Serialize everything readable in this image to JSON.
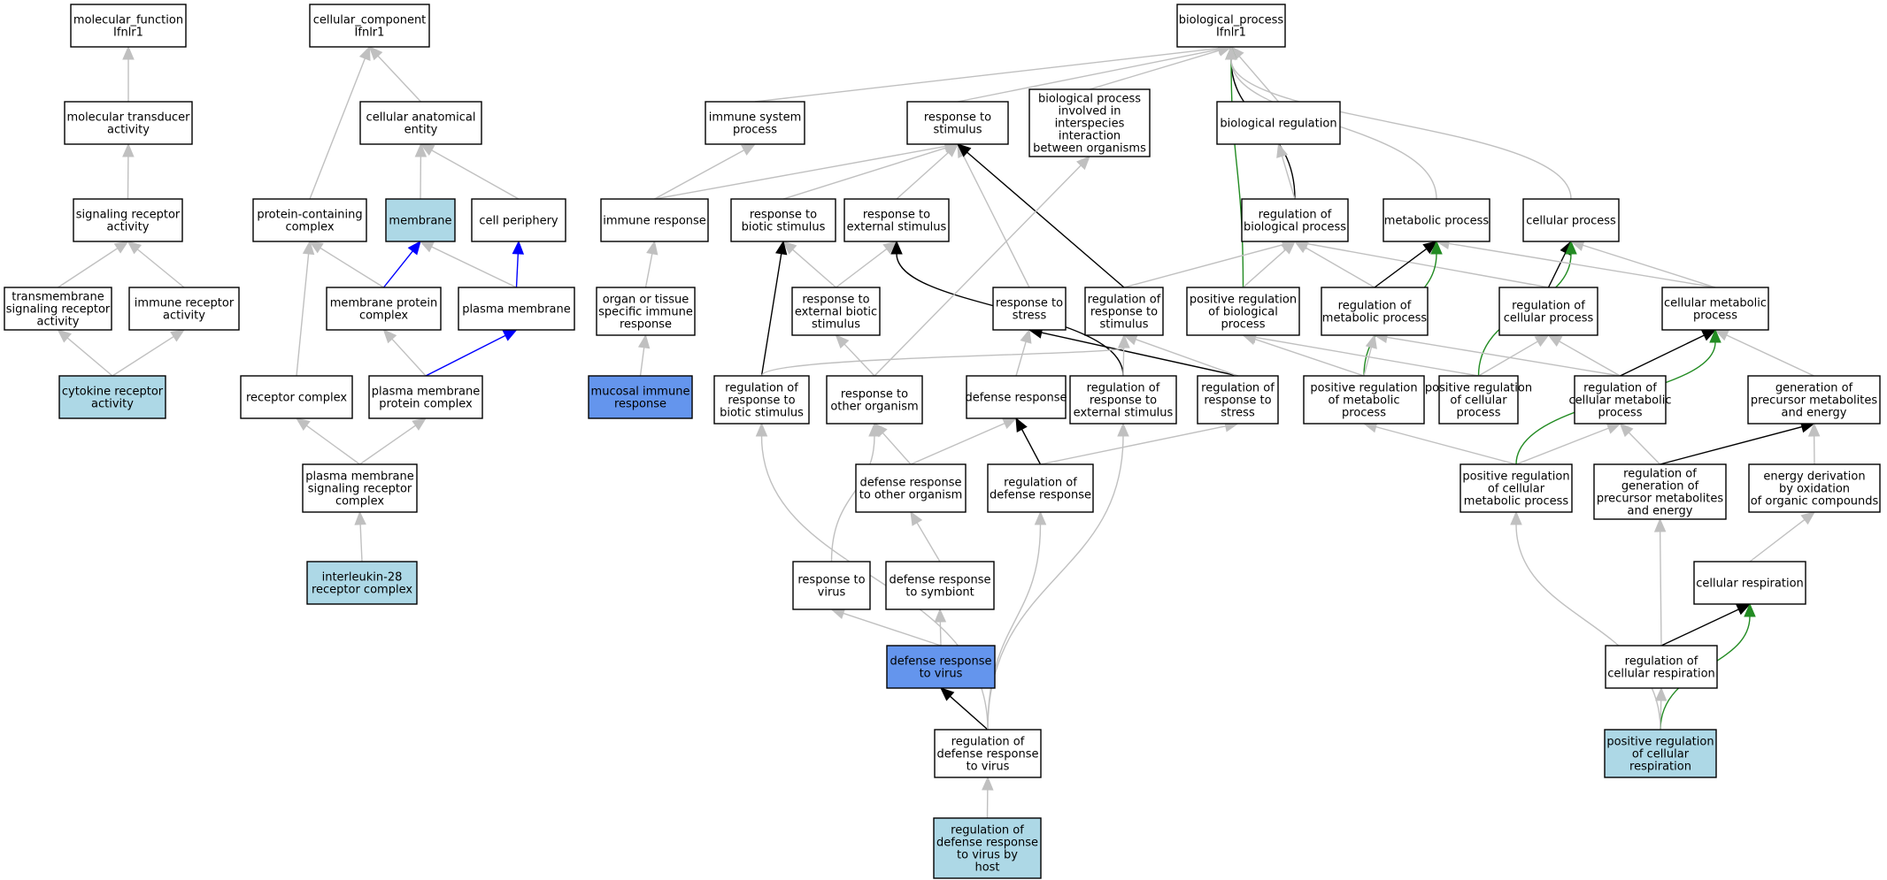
{
  "colors": {
    "default": "#ffffff",
    "highlight": "#add8e6",
    "query": "#6495ed",
    "edge_gray": "#c0c0c0",
    "edge_black": "#000000",
    "edge_blue": "#0000ff",
    "edge_green": "#228b22"
  },
  "nodes": [
    {
      "id": "mf",
      "label": "molecular_function\nIfnlr1",
      "fill": "default"
    },
    {
      "id": "mta",
      "label": "molecular transducer\nactivity",
      "fill": "default"
    },
    {
      "id": "sra",
      "label": "signaling receptor\nactivity",
      "fill": "default"
    },
    {
      "id": "tsra",
      "label": "transmembrane\nsignaling receptor\nactivity",
      "fill": "default"
    },
    {
      "id": "ira",
      "label": "immune receptor\nactivity",
      "fill": "default"
    },
    {
      "id": "cra",
      "label": "cytokine receptor\nactivity",
      "fill": "highlight"
    },
    {
      "id": "cc",
      "label": "cellular_component\nIfnlr1",
      "fill": "default"
    },
    {
      "id": "cae",
      "label": "cellular anatomical\nentity",
      "fill": "default"
    },
    {
      "id": "pcc",
      "label": "protein-containing\ncomplex",
      "fill": "default"
    },
    {
      "id": "mem",
      "label": "membrane",
      "fill": "highlight"
    },
    {
      "id": "cp",
      "label": "cell periphery",
      "fill": "default"
    },
    {
      "id": "mpc",
      "label": "membrane protein\ncomplex",
      "fill": "default"
    },
    {
      "id": "pm",
      "label": "plasma membrane",
      "fill": "default"
    },
    {
      "id": "rc",
      "label": "receptor complex",
      "fill": "default"
    },
    {
      "id": "pmpc",
      "label": "plasma membrane\nprotein complex",
      "fill": "default"
    },
    {
      "id": "pmsrc",
      "label": "plasma membrane\nsignaling receptor\ncomplex",
      "fill": "default"
    },
    {
      "id": "il28",
      "label": "interleukin-28\nreceptor complex",
      "fill": "highlight"
    },
    {
      "id": "bp",
      "label": "biological_process\nIfnlr1",
      "fill": "default"
    },
    {
      "id": "isp",
      "label": "immune system\nprocess",
      "fill": "default"
    },
    {
      "id": "rts",
      "label": "response to\nstimulus",
      "fill": "default"
    },
    {
      "id": "bpii",
      "label": "biological process\ninvolved in\ninterspecies\ninteraction\nbetween organisms",
      "fill": "default"
    },
    {
      "id": "breg",
      "label": "biological regulation",
      "fill": "default"
    },
    {
      "id": "ir",
      "label": "immune response",
      "fill": "default"
    },
    {
      "id": "rtbs",
      "label": "response to\nbiotic stimulus",
      "fill": "default"
    },
    {
      "id": "rtes",
      "label": "response to\nexternal stimulus",
      "fill": "default"
    },
    {
      "id": "robp",
      "label": "regulation of\nbiological process",
      "fill": "default"
    },
    {
      "id": "metp",
      "label": "metabolic process",
      "fill": "default"
    },
    {
      "id": "celp",
      "label": "cellular process",
      "fill": "default"
    },
    {
      "id": "otsir",
      "label": "organ or tissue\nspecific immune\nresponse",
      "fill": "default"
    },
    {
      "id": "rtebs",
      "label": "response to\nexternal biotic\nstimulus",
      "fill": "default"
    },
    {
      "id": "rtstress",
      "label": "response to\nstress",
      "fill": "default"
    },
    {
      "id": "rorts",
      "label": "regulation of\nresponse to\nstimulus",
      "fill": "default"
    },
    {
      "id": "prbp",
      "label": "positive regulation\nof biological\nprocess",
      "fill": "default"
    },
    {
      "id": "romp",
      "label": "regulation of\nmetabolic process",
      "fill": "default"
    },
    {
      "id": "rocp",
      "label": "regulation of\ncellular process",
      "fill": "default"
    },
    {
      "id": "cmp",
      "label": "cellular metabolic\nprocess",
      "fill": "default"
    },
    {
      "id": "mir",
      "label": "mucosal immune\nresponse",
      "fill": "query"
    },
    {
      "id": "rortbs",
      "label": "regulation of\nresponse to\nbiotic stimulus",
      "fill": "default"
    },
    {
      "id": "rtoo",
      "label": "response to\nother organism",
      "fill": "default"
    },
    {
      "id": "dr",
      "label": "defense response",
      "fill": "default"
    },
    {
      "id": "rortes",
      "label": "regulation of\nresponse to\nexternal stimulus",
      "fill": "default"
    },
    {
      "id": "rortstress",
      "label": "regulation of\nresponse to\nstress",
      "fill": "default"
    },
    {
      "id": "prmp",
      "label": "positive regulation\nof metabolic\nprocess",
      "fill": "default"
    },
    {
      "id": "prcp",
      "label": "positive regulation\nof cellular\nprocess",
      "fill": "default"
    },
    {
      "id": "rocmp",
      "label": "regulation of\ncellular metabolic\nprocess",
      "fill": "default"
    },
    {
      "id": "gopme",
      "label": "generation of\nprecursor metabolites\nand energy",
      "fill": "default"
    },
    {
      "id": "drtoo",
      "label": "defense response\nto other organism",
      "fill": "default"
    },
    {
      "id": "rodr",
      "label": "regulation of\ndefense response",
      "fill": "default"
    },
    {
      "id": "prcmp",
      "label": "positive regulation\nof cellular\nmetabolic process",
      "fill": "default"
    },
    {
      "id": "rogopme",
      "label": "regulation of\ngeneration of\nprecursor metabolites\nand energy",
      "fill": "default"
    },
    {
      "id": "edooc",
      "label": "energy derivation\nby oxidation\nof organic compounds",
      "fill": "default"
    },
    {
      "id": "rtv",
      "label": "response to\nvirus",
      "fill": "default"
    },
    {
      "id": "drts",
      "label": "defense response\nto symbiont",
      "fill": "default"
    },
    {
      "id": "cr",
      "label": "cellular respiration",
      "fill": "default"
    },
    {
      "id": "drtv",
      "label": "defense response\nto virus",
      "fill": "query"
    },
    {
      "id": "rocr",
      "label": "regulation of\ncellular respiration",
      "fill": "default"
    },
    {
      "id": "rodrtv",
      "label": "regulation of\ndefense response\nto virus",
      "fill": "default"
    },
    {
      "id": "prcr",
      "label": "positive regulation\nof cellular\nrespiration",
      "fill": "highlight"
    },
    {
      "id": "rodrtvbh",
      "label": "regulation of\ndefense response\nto virus by\nhost",
      "fill": "highlight"
    }
  ],
  "edges": [
    {
      "from": "mta",
      "to": "mf",
      "color": "edge_gray"
    },
    {
      "from": "sra",
      "to": "mta",
      "color": "edge_gray"
    },
    {
      "from": "tsra",
      "to": "sra",
      "color": "edge_gray"
    },
    {
      "from": "ira",
      "to": "sra",
      "color": "edge_gray"
    },
    {
      "from": "cra",
      "to": "tsra",
      "color": "edge_gray"
    },
    {
      "from": "cra",
      "to": "ira",
      "color": "edge_gray"
    },
    {
      "from": "cae",
      "to": "cc",
      "color": "edge_gray"
    },
    {
      "from": "pcc",
      "to": "cc",
      "color": "edge_gray"
    },
    {
      "from": "mem",
      "to": "cae",
      "color": "edge_gray"
    },
    {
      "from": "cp",
      "to": "cae",
      "color": "edge_gray"
    },
    {
      "from": "mpc",
      "to": "pcc",
      "color": "edge_gray"
    },
    {
      "from": "mpc",
      "to": "mem",
      "color": "edge_blue"
    },
    {
      "from": "pm",
      "to": "mem",
      "color": "edge_gray"
    },
    {
      "from": "pm",
      "to": "cp",
      "color": "edge_blue"
    },
    {
      "from": "rc",
      "to": "pcc",
      "color": "edge_gray"
    },
    {
      "from": "pmpc",
      "to": "mpc",
      "color": "edge_gray"
    },
    {
      "from": "pmpc",
      "to": "pm",
      "color": "edge_blue"
    },
    {
      "from": "pmsrc",
      "to": "rc",
      "color": "edge_gray"
    },
    {
      "from": "pmsrc",
      "to": "pmpc",
      "color": "edge_gray"
    },
    {
      "from": "il28",
      "to": "pmsrc",
      "color": "edge_gray"
    },
    {
      "from": "isp",
      "to": "bp",
      "color": "edge_gray"
    },
    {
      "from": "rts",
      "to": "bp",
      "color": "edge_gray"
    },
    {
      "from": "bpii",
      "to": "bp",
      "color": "edge_gray"
    },
    {
      "from": "breg",
      "to": "bp",
      "color": "edge_gray"
    },
    {
      "from": "robp",
      "to": "bp",
      "color": "edge_black",
      "curve": true
    },
    {
      "from": "prbp",
      "to": "bp",
      "color": "edge_green",
      "curve": true
    },
    {
      "from": "metp",
      "to": "bp",
      "color": "edge_gray",
      "curve": true
    },
    {
      "from": "celp",
      "to": "bp",
      "color": "edge_gray",
      "curve": true
    },
    {
      "from": "ir",
      "to": "isp",
      "color": "edge_gray"
    },
    {
      "from": "ir",
      "to": "rts",
      "color": "edge_gray"
    },
    {
      "from": "rtbs",
      "to": "rts",
      "color": "edge_gray"
    },
    {
      "from": "rtes",
      "to": "rts",
      "color": "edge_gray"
    },
    {
      "from": "rtstress",
      "to": "rts",
      "color": "edge_gray"
    },
    {
      "from": "rorts",
      "to": "rts",
      "color": "edge_black"
    },
    {
      "from": "robp",
      "to": "breg",
      "color": "edge_gray"
    },
    {
      "from": "otsir",
      "to": "ir",
      "color": "edge_gray"
    },
    {
      "from": "mir",
      "to": "otsir",
      "color": "edge_gray"
    },
    {
      "from": "rtebs",
      "to": "rtbs",
      "color": "edge_gray"
    },
    {
      "from": "rtebs",
      "to": "rtes",
      "color": "edge_gray"
    },
    {
      "from": "rortbs",
      "to": "rtbs",
      "color": "edge_black"
    },
    {
      "from": "rortes",
      "to": "rtes",
      "color": "edge_black",
      "curve": true
    },
    {
      "from": "rorts",
      "to": "robp",
      "color": "edge_gray"
    },
    {
      "from": "prbp",
      "to": "robp",
      "color": "edge_gray"
    },
    {
      "from": "romp",
      "to": "robp",
      "color": "edge_gray"
    },
    {
      "from": "rocp",
      "to": "robp",
      "color": "edge_gray"
    },
    {
      "from": "romp",
      "to": "metp",
      "color": "edge_black"
    },
    {
      "from": "prmp",
      "to": "metp",
      "color": "edge_green",
      "curve": true
    },
    {
      "from": "rocp",
      "to": "celp",
      "color": "edge_black"
    },
    {
      "from": "prcp",
      "to": "celp",
      "color": "edge_green",
      "curve": true
    },
    {
      "from": "cmp",
      "to": "celp",
      "color": "edge_gray"
    },
    {
      "from": "cmp",
      "to": "metp",
      "color": "edge_gray"
    },
    {
      "from": "rtoo",
      "to": "rtebs",
      "color": "edge_gray"
    },
    {
      "from": "rtoo",
      "to": "bpii",
      "color": "edge_gray"
    },
    {
      "from": "dr",
      "to": "rtstress",
      "color": "edge_gray"
    },
    {
      "from": "rortstress",
      "to": "rtstress",
      "color": "edge_black"
    },
    {
      "from": "rortstress",
      "to": "rorts",
      "color": "edge_gray"
    },
    {
      "from": "rortes",
      "to": "rorts",
      "color": "edge_gray"
    },
    {
      "from": "rortbs",
      "to": "rorts",
      "color": "edge_gray",
      "curve": true
    },
    {
      "from": "prmp",
      "to": "prbp",
      "color": "edge_gray"
    },
    {
      "from": "prmp",
      "to": "romp",
      "color": "edge_gray"
    },
    {
      "from": "prcp",
      "to": "prbp",
      "color": "edge_gray"
    },
    {
      "from": "prcp",
      "to": "rocp",
      "color": "edge_gray"
    },
    {
      "from": "rocmp",
      "to": "romp",
      "color": "edge_gray"
    },
    {
      "from": "rocmp",
      "to": "rocp",
      "color": "edge_gray"
    },
    {
      "from": "rocmp",
      "to": "cmp",
      "color": "edge_black"
    },
    {
      "from": "gopme",
      "to": "cmp",
      "color": "edge_gray"
    },
    {
      "from": "drtoo",
      "to": "rtoo",
      "color": "edge_gray"
    },
    {
      "from": "drtoo",
      "to": "dr",
      "color": "edge_gray"
    },
    {
      "from": "rodr",
      "to": "dr",
      "color": "edge_black"
    },
    {
      "from": "rodr",
      "to": "rortstress",
      "color": "edge_gray"
    },
    {
      "from": "prcmp",
      "to": "prmp",
      "color": "edge_gray"
    },
    {
      "from": "prcmp",
      "to": "rocmp",
      "color": "edge_gray"
    },
    {
      "from": "prcmp",
      "to": "cmp",
      "color": "edge_green",
      "curve": true
    },
    {
      "from": "rogopme",
      "to": "rocmp",
      "color": "edge_gray"
    },
    {
      "from": "rogopme",
      "to": "gopme",
      "color": "edge_black"
    },
    {
      "from": "edooc",
      "to": "gopme",
      "color": "edge_gray"
    },
    {
      "from": "rtv",
      "to": "rtoo",
      "color": "edge_gray",
      "curve": true
    },
    {
      "from": "drts",
      "to": "drtoo",
      "color": "edge_gray"
    },
    {
      "from": "cr",
      "to": "edooc",
      "color": "edge_gray"
    },
    {
      "from": "drtv",
      "to": "rtv",
      "color": "edge_gray"
    },
    {
      "from": "drtv",
      "to": "drts",
      "color": "edge_gray"
    },
    {
      "from": "rocr",
      "to": "cr",
      "color": "edge_black"
    },
    {
      "from": "rodrtv",
      "to": "drtv",
      "color": "edge_black"
    },
    {
      "from": "rodrtv",
      "to": "rodr",
      "color": "edge_gray",
      "curve": true
    },
    {
      "from": "rodrtv",
      "to": "rortes",
      "color": "edge_gray",
      "curve": true
    },
    {
      "from": "rodrtv",
      "to": "rortbs",
      "color": "edge_gray",
      "curve": true
    },
    {
      "from": "prcr",
      "to": "rocr",
      "color": "edge_gray"
    },
    {
      "from": "prcr",
      "to": "cr",
      "color": "edge_green",
      "curve": true
    },
    {
      "from": "prcr",
      "to": "prcmp",
      "color": "edge_gray",
      "curve": true
    },
    {
      "from": "rocr",
      "to": "rogopme",
      "color": "edge_gray"
    },
    {
      "from": "rodrtvbh",
      "to": "rodrtv",
      "color": "edge_gray"
    }
  ]
}
